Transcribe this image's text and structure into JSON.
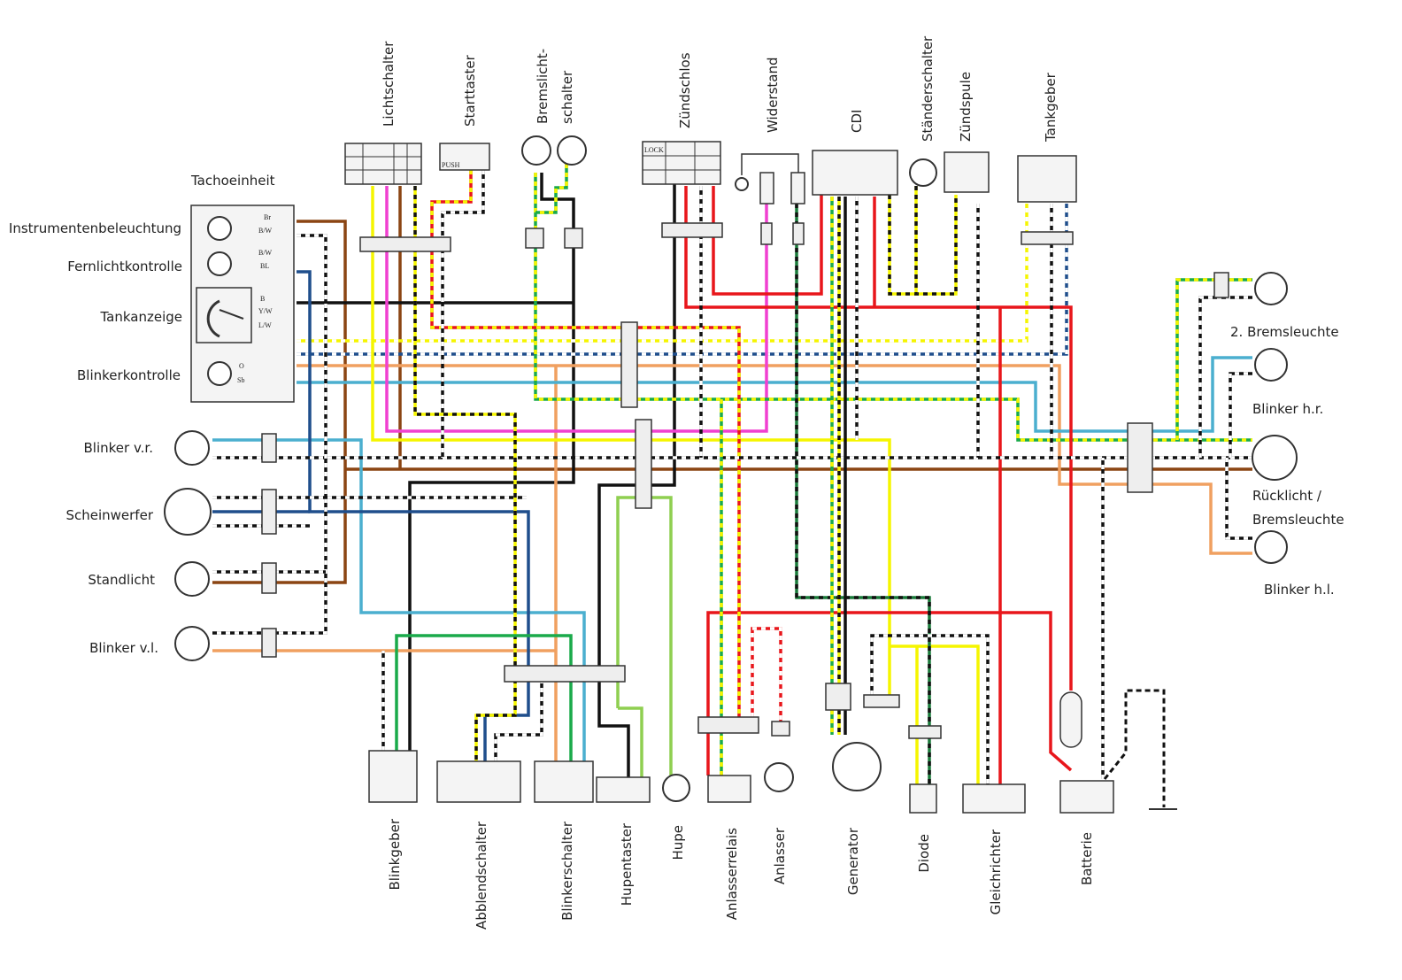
{
  "top_components": {
    "lichtschalter": "Lichtschalter",
    "starttaster": "Starttaster",
    "bremslichtschalter_1": "Bremslicht-",
    "bremslichtschalter_2": "schalter",
    "zuendschloss": "Zündschlos",
    "widerstand": "Widerstand",
    "cdi": "CDI",
    "staenderschalter": "Ständerschalter",
    "zuendspule": "Zündspule",
    "tankgeber": "Tankgeber"
  },
  "left_components": {
    "tachoeinheit": "Tachoeinheit",
    "instrumentenbeleuchtung": "Instrumentenbeleuchtung",
    "fernlichtkontrolle": "Fernlichtkontrolle",
    "tankanzeige": "Tankanzeige",
    "blinkerkontrolle": "Blinkerkontrolle",
    "blinker_vr": "Blinker v.r.",
    "scheinwerfer": "Scheinwerfer",
    "standlicht": "Standlicht",
    "blinker_vl": "Blinker v.l."
  },
  "right_components": {
    "bremsleuchte_2": "2. Bremsleuchte",
    "blinker_hr": "Blinker h.r.",
    "ruecklicht_1": "Rücklicht /",
    "ruecklicht_2": "Bremsleuchte",
    "blinker_hl": "Blinker h.l."
  },
  "bottom_components": {
    "blinkgeber": "Blinkgeber",
    "abblendschalter": "Abblendschalter",
    "blinkerschalter": "Blinkerschalter",
    "hupentaster": "Hupentaster",
    "hupe": "Hupe",
    "anlasserrelais": "Anlasserrelais",
    "anlasser": "Anlasser",
    "generator": "Generator",
    "diode": "Diode",
    "gleichrichter": "Gleichrichter",
    "batterie": "Batterie"
  },
  "tacho_wire_codes": [
    "Br",
    "B/W",
    "B/W",
    "BL",
    "B",
    "Y/W",
    "L/W",
    "O",
    "Sb"
  ],
  "switch_labels": {
    "push": "PUSH",
    "lock": "LOCK"
  },
  "wire_colors": {
    "brown": "#8b4513",
    "black": "#111111",
    "yellow": "#f5f500",
    "pink": "#f040d0",
    "red": "#e8161b",
    "orange": "#f0a060",
    "cyan": "#4bafcf",
    "blue": "#1f4e8c",
    "green": "#1aaa4a",
    "lightgreen": "#8fcf50",
    "darkgreen": "#1a7a3a"
  }
}
